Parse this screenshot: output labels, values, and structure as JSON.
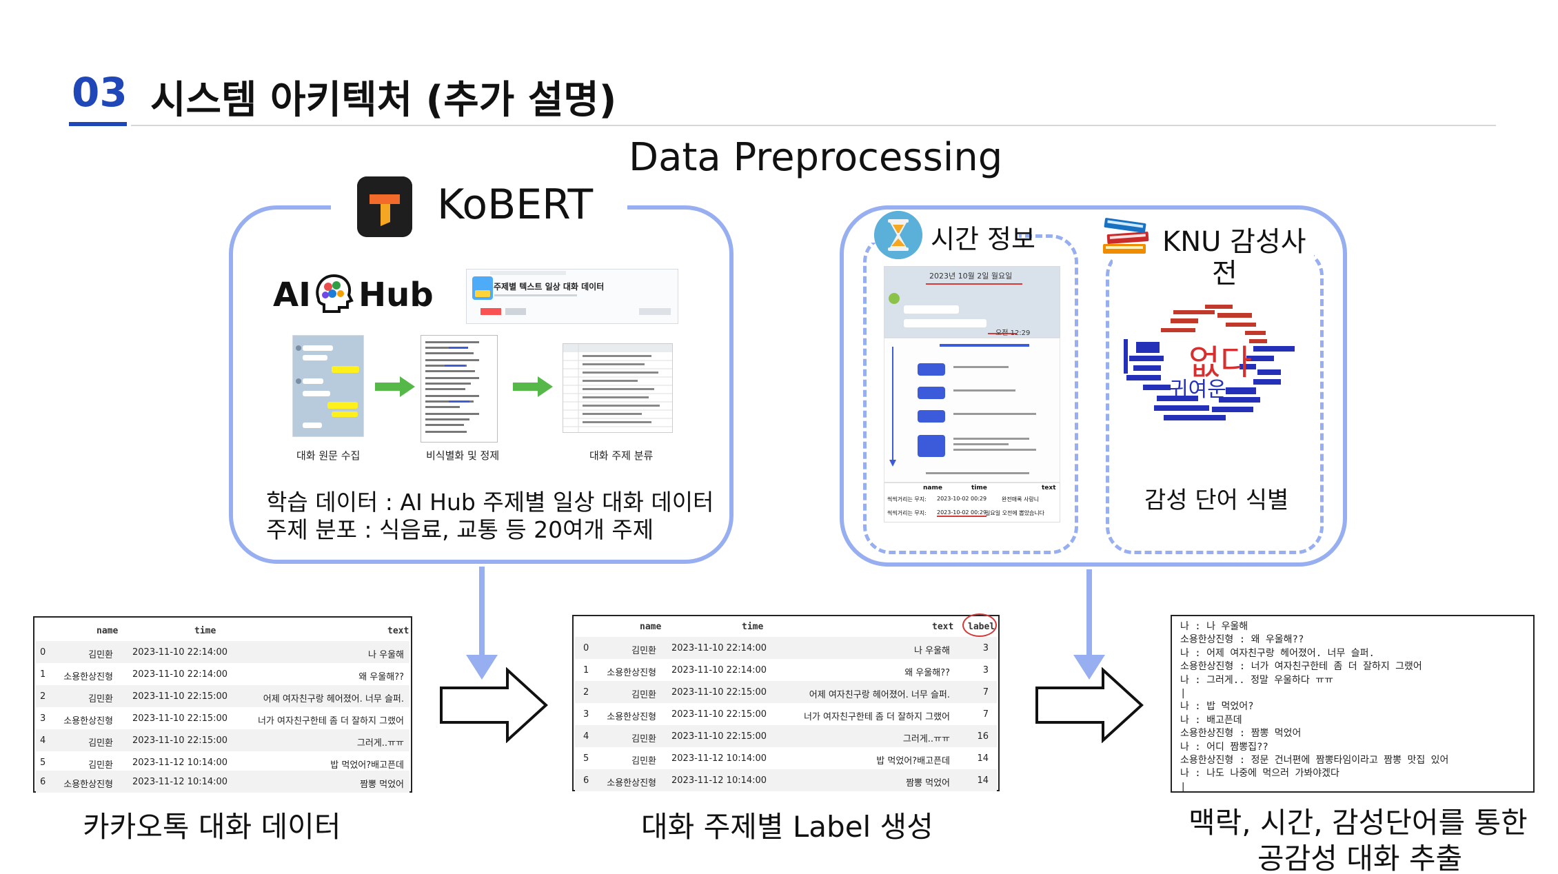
{
  "header": {
    "section_number": "03",
    "title": "시스템 아키텍처 (추가 설명)"
  },
  "diagram_title": "Data Preprocessing",
  "kobert": {
    "label": "KoBERT",
    "aihub_ai": "AI",
    "aihub_hub": "Hub",
    "aihub_page_title": "주제별 텍스트 일상 대화 데이터",
    "steps": [
      "대화 원문 수집",
      "비식별화 및 정제",
      "대화 주제 분류"
    ],
    "training_data": "학습 데이터  : AI Hub 주제별 일상 대화 데이터",
    "topic_distribution": "주제 분포 :  식음료, 교통 등 20여개 주제"
  },
  "time_info": {
    "label": "시간 정보",
    "screenshot_date": "2023년 10월 2일 월요일",
    "screenshot_time": "오전 12:29",
    "table_headers": [
      "name",
      "time",
      "text"
    ],
    "table_rows": [
      [
        "씩씩거리는 무지:",
        "2023-10-02 00:29",
        "완전매록 사랑니"
      ],
      [
        "씩씩거리는 무지:",
        "2023-10-02 00:29",
        "일요일 오전에 뽑았습니다"
      ]
    ]
  },
  "knu": {
    "label_line1": "KNU 감성사",
    "label_line2": "전",
    "cloud_big": "없다",
    "cloud_mid": "귀여운",
    "caption": "감성 단어 식별"
  },
  "kakao_table": {
    "headers": [
      "name",
      "time",
      "text"
    ],
    "rows": [
      [
        "0",
        "김민환",
        "2023-11-10 22:14:00",
        "나 우울해"
      ],
      [
        "1",
        "소용한상진형",
        "2023-11-10 22:14:00",
        "왜 우울해??"
      ],
      [
        "2",
        "김민환",
        "2023-11-10 22:15:00",
        "어제 여자친구랑 헤어졌어. 너무 슬퍼."
      ],
      [
        "3",
        "소용한상진형",
        "2023-11-10 22:15:00",
        "너가 여자친구한테 좀 더 잘하지 그랬어"
      ],
      [
        "4",
        "김민환",
        "2023-11-10 22:15:00",
        "그러게..ㅠㅠ"
      ],
      [
        "5",
        "김민환",
        "2023-11-12 10:14:00",
        "밥 먹었어?배고픈데"
      ],
      [
        "6",
        "소용한상진형",
        "2023-11-12 10:14:00",
        "짬뽕 먹었어"
      ]
    ]
  },
  "label_table": {
    "headers": [
      "name",
      "time",
      "text",
      "label"
    ],
    "rows": [
      [
        "0",
        "김민환",
        "2023-11-10 22:14:00",
        "나 우울해",
        "3"
      ],
      [
        "1",
        "소용한상진형",
        "2023-11-10 22:14:00",
        "왜 우울해??",
        "3"
      ],
      [
        "2",
        "김민환",
        "2023-11-10 22:15:00",
        "어제 여자친구랑 헤어졌어. 너무 슬퍼.",
        "7"
      ],
      [
        "3",
        "소용한상진형",
        "2023-11-10 22:15:00",
        "너가 여자친구한테 좀 더 잘하지 그랬어",
        "7"
      ],
      [
        "4",
        "김민환",
        "2023-11-10 22:15:00",
        "그러게..ㅠㅠ",
        "16"
      ],
      [
        "5",
        "김민환",
        "2023-11-12 10:14:00",
        "밥 먹었어?배고픈데",
        "14"
      ],
      [
        "6",
        "소용한상진형",
        "2023-11-12 10:14:00",
        "짬뽕 먹었어",
        "14"
      ]
    ]
  },
  "chat_lines": [
    "나 : 나 우울해",
    "소용한상진형 : 왜 우울해??",
    "나 : 어제 여자친구랑 헤어졌어. 너무 슬퍼.",
    "소용한상진형 : 너가 여자친구한테 좀 더 잘하지 그랬어",
    "나 : 그러게.. 정말 우울하다 ㅠㅠ",
    "|",
    "나 : 밥 먹었어?",
    "나 : 배고픈데",
    "소용한상진형 : 짬뽕 먹었어",
    "나 : 어디 짬뽕집??",
    "소용한상진형 : 정문 건너편에 짬뽕타임이라고 짬뽕 맛집 있어",
    "나 : 나도 나중에 먹으러 가봐야겠다",
    "|"
  ],
  "captions": {
    "kakao": "카카오톡 대화 데이터",
    "label": "대화 주제별 Label 생성",
    "extract_line1": "맥락, 시간, 감성단어를 통한",
    "extract_line2": "공감성 대화 추출"
  },
  "colors": {
    "accent_blue": "#1f47b8",
    "panel_blue": "#97aef0",
    "label_circle_red": "#d23a3a"
  }
}
